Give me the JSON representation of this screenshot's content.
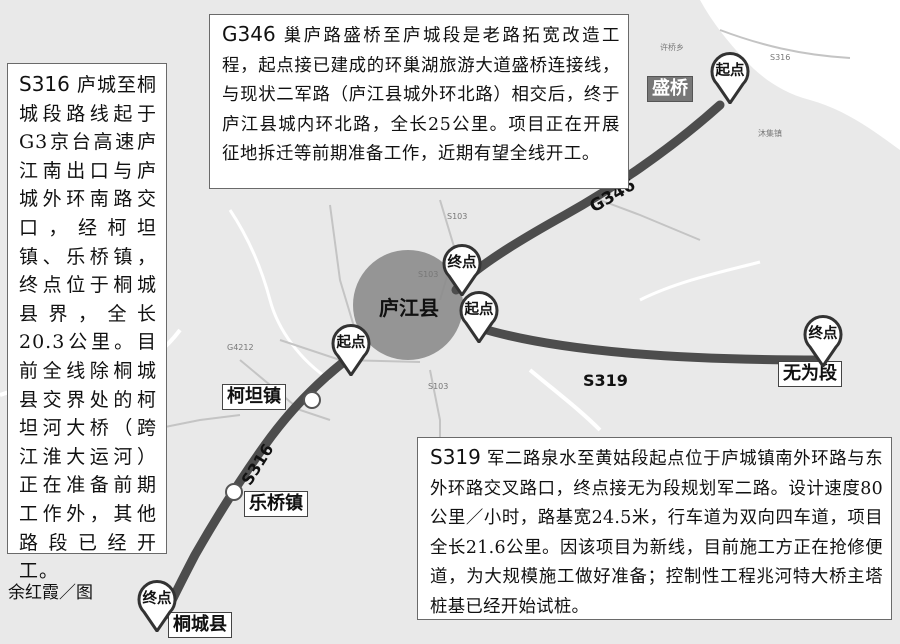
{
  "text_boxes": {
    "s316": {
      "code": "S316",
      "text": " 庐城至桐城段路线起于G3京台高速庐江南出口与庐城外环南路交口，经柯坦镇、乐桥镇，终点位于桐城县界，全长20.3公里。目前全线除桐城县交界处的柯坦河大桥（跨江淮大运河）正在准备前期工作外，其他路段已经开工。"
    },
    "g346": {
      "code": "G346",
      "text": " 巢庐路盛桥至庐城段是老路拓宽改造工程，起点接已建成的环巢湖旅游大道盛桥连接线，与现状二军路（庐江县城外环北路）相交后，终于庐江县城内环北路，全长25公里。项目正在开展征地拆迁等前期准备工作，近期有望全线开工。"
    },
    "s319": {
      "code": "S319",
      "text": " 军二路泉水至黄姑段起点位于庐城镇南外环路与东外环路交叉路口，终点接无为段规划军二路。设计速度80公里／小时，路基宽24.5米，行车道为双向四车道，项目全长21.6公里。因该项目为新线，目前施工方正在抢修便道，为大规模施工做好准备；控制性工程兆河特大桥主塔桩基已经开始试桩。"
    }
  },
  "credit": "余红霞／图",
  "places": {
    "county": "庐江县",
    "shengqiao": "盛桥",
    "wuwei": "无为段",
    "ketan": "柯坦镇",
    "leqiao": "乐桥镇",
    "tongcheng": "桐城县"
  },
  "pins": {
    "start": "起点",
    "end": "终点"
  },
  "roads": {
    "g346": "G346",
    "s319": "S319",
    "s316": "S316"
  },
  "minor_labels": [
    "S103",
    "S103",
    "G4212",
    "S103",
    "S316",
    "许桥乡",
    "沐集镇"
  ],
  "colors": {
    "route": "#4d4d4d",
    "county_circle": "#8c8c8c",
    "water": "#ffffff",
    "background": "#e9e9e9"
  }
}
